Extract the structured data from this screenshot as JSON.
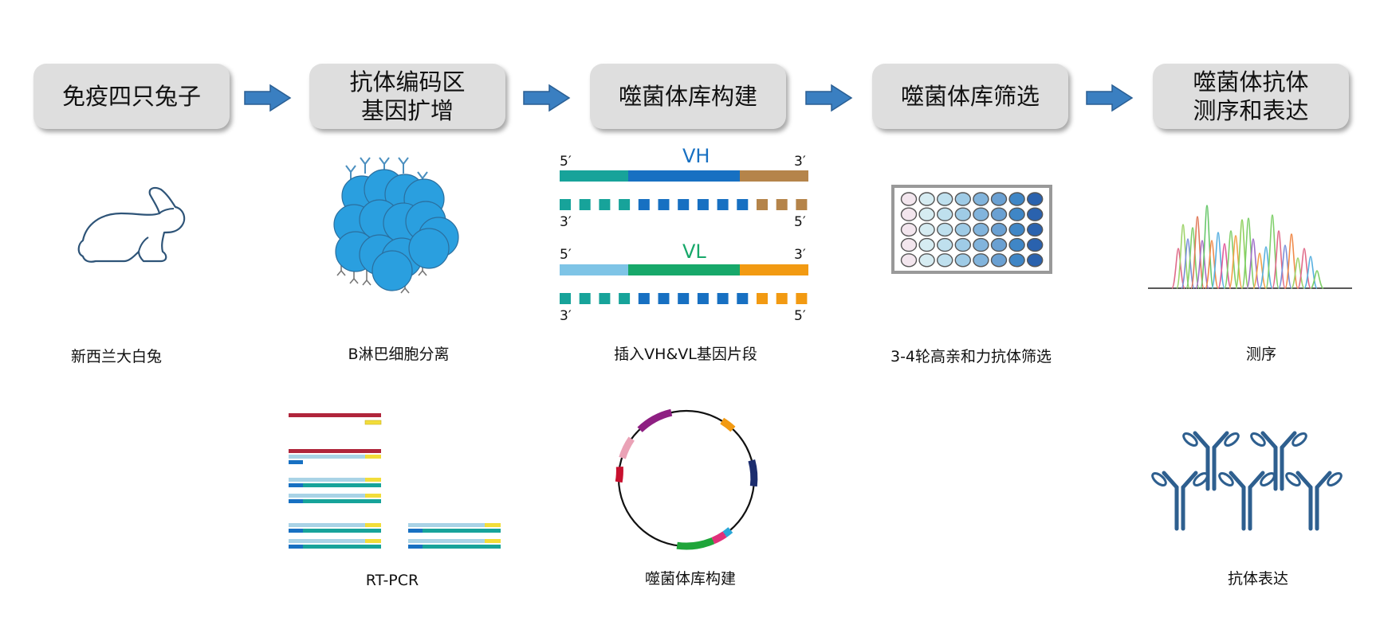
{
  "steps": [
    {
      "title": "免疫四只兔子"
    },
    {
      "title": "抗体编码区\n基因扩增"
    },
    {
      "title": "噬菌体库构建"
    },
    {
      "title": "噬菌体库筛选"
    },
    {
      "title": "噬菌体抗体\n测序和表达"
    }
  ],
  "captions": {
    "rabbit": "新西兰大白兔",
    "bcell": "B淋巴细胞分离",
    "insert": "插入VH&VL基因片段",
    "screen": "3-4轮高亲和力抗体筛选",
    "seq": "测序",
    "rtpcr": "RT-PCR",
    "library": "噬菌体库构建",
    "expression": "抗体表达"
  },
  "genes": {
    "vh_label": "VH",
    "vl_label": "VL",
    "five_prime": "5′",
    "three_prime": "3′"
  },
  "colors": {
    "arrow": "#3a7fc1",
    "box": "#dedede",
    "cell": "#2a9fdf",
    "teal": "#17a39a",
    "blue": "#1770c2",
    "brown": "#b5844a",
    "lightblue": "#7ec4e6",
    "green": "#17a86a",
    "orange": "#f29a12",
    "darkred": "#b0253b",
    "yellow": "#f2dd3a",
    "antibody": "#2e5f8f"
  }
}
